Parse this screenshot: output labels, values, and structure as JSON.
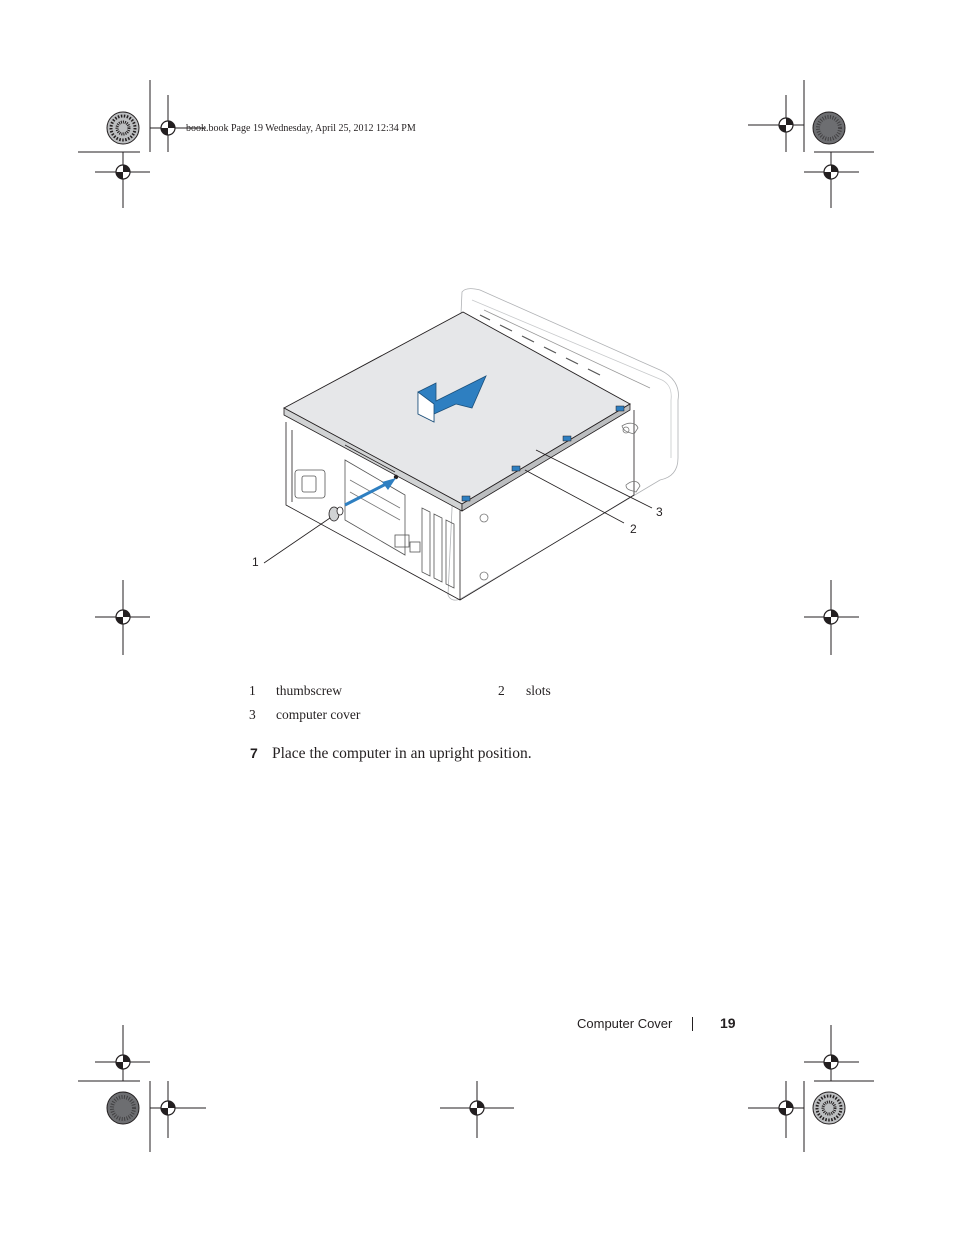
{
  "header": {
    "slug_line": "book.book  Page 19  Wednesday, April 25, 2012  12:34 PM"
  },
  "figure": {
    "callouts": [
      "1",
      "2",
      "3"
    ]
  },
  "legend": {
    "items": [
      {
        "number": "1",
        "label": "thumbscrew"
      },
      {
        "number": "2",
        "label": "slots"
      },
      {
        "number": "3",
        "label": "computer cover"
      }
    ]
  },
  "step": {
    "number": "7",
    "text": "Place the computer in an upright position."
  },
  "footer": {
    "section_title": "Computer Cover",
    "page_number": "19"
  },
  "colors": {
    "arrow_blue": "#2e7fc1",
    "cover_gray": "#e6e7e9",
    "line": "#231f20"
  }
}
